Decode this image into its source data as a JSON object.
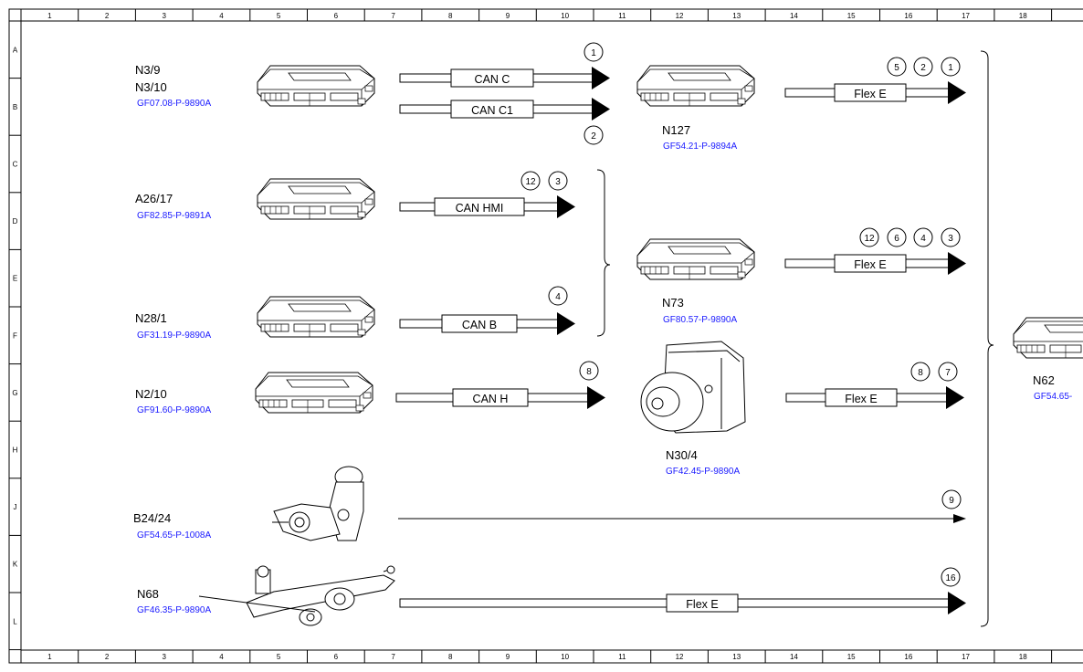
{
  "ruler": {
    "columns": [
      "1",
      "2",
      "3",
      "4",
      "5",
      "6",
      "7",
      "8",
      "9",
      "10",
      "11",
      "12",
      "13",
      "14",
      "15",
      "16",
      "17",
      "18"
    ],
    "rows": [
      "A",
      "B",
      "C",
      "D",
      "E",
      "F",
      "G",
      "H",
      "J",
      "K",
      "L"
    ]
  },
  "components": {
    "n3_9": {
      "code": "N3/9"
    },
    "n3_10": {
      "code": "N3/10",
      "ref": "GF07.08-P-9890A"
    },
    "a26_17": {
      "code": "A26/17",
      "ref": "GF82.85-P-9891A"
    },
    "n28_1": {
      "code": "N28/1",
      "ref": "GF31.19-P-9890A"
    },
    "n2_10": {
      "code": "N2/10",
      "ref": "GF91.60-P-9890A"
    },
    "b24_24": {
      "code": "B24/24",
      "ref": "GF54.65-P-1008A"
    },
    "n68": {
      "code": "N68",
      "ref": "GF46.35-P-9890A"
    },
    "n127": {
      "code": "N127",
      "ref": "GF54.21-P-9894A"
    },
    "n73": {
      "code": "N73",
      "ref": "GF80.57-P-9890A"
    },
    "n30_4": {
      "code": "N30/4",
      "ref": "GF42.45-P-9890A"
    },
    "n62": {
      "code": "N62",
      "ref": "GF54.65-"
    }
  },
  "buses": {
    "can_c": "CAN C",
    "can_c1": "CAN C1",
    "can_hmi": "CAN HMI",
    "can_b": "CAN B",
    "can_h": "CAN H",
    "flex_n127": "Flex E",
    "flex_n73": "Flex E",
    "flex_n30": "Flex E",
    "flex_n68": "Flex E"
  },
  "markers": {
    "can_c": [
      "1"
    ],
    "can_c1": [
      "2"
    ],
    "can_hmi": [
      "12",
      "3"
    ],
    "can_b": [
      "4"
    ],
    "can_h": [
      "8"
    ],
    "flex_n127": [
      "5",
      "2",
      "1"
    ],
    "flex_n73": [
      "12",
      "6",
      "4",
      "3"
    ],
    "flex_n30": [
      "8",
      "7"
    ],
    "b24_line": [
      "9"
    ],
    "flex_n68": [
      "16"
    ]
  }
}
